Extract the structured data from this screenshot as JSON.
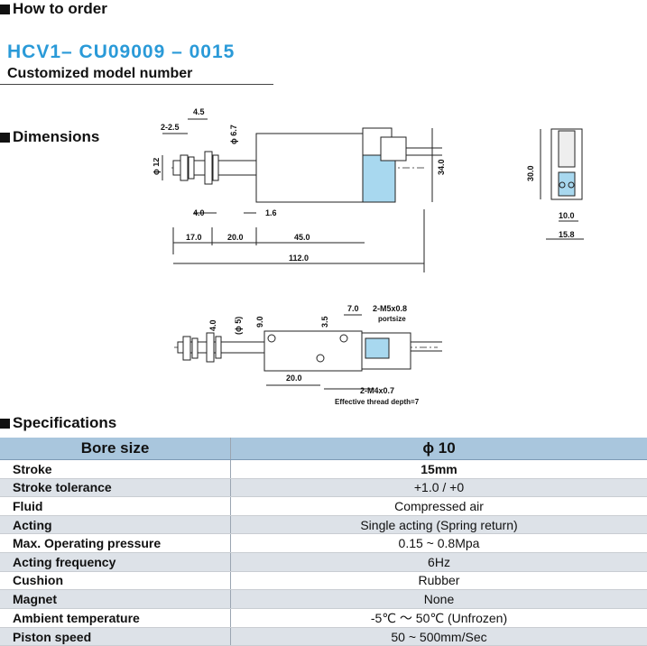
{
  "how_to_order": {
    "title": "How to order",
    "model_number": "HCV1– CU09009 – 0015",
    "model_label": "Customized model number"
  },
  "dimensions": {
    "title": "Dimensions",
    "top_view": {
      "labels": [
        "4.5",
        "2-2.5",
        "ϕ 6.7",
        "ϕ 12",
        "34.0",
        "4.0",
        "1.6",
        "17.0",
        "20.0",
        "45.0",
        "112.0"
      ]
    },
    "side_view": {
      "labels": [
        "30.0",
        "10.0",
        "15.8"
      ]
    },
    "bottom_view": {
      "labels": [
        "7.0",
        "2-M5x0.8",
        "portsize",
        "4.0",
        "(ϕ 5)",
        "9.0",
        "3.5",
        "20.0",
        "2-M4x0.7",
        "Effective thread depth=7"
      ]
    }
  },
  "specifications": {
    "title": "Specifications",
    "header": {
      "key": "Bore size",
      "value": "ϕ 10"
    },
    "rows": [
      {
        "key": "Stroke",
        "value": "15mm"
      },
      {
        "key": "Stroke tolerance",
        "value": "+1.0 / +0"
      },
      {
        "key": "Fluid",
        "value": "Compressed air"
      },
      {
        "key": "Acting",
        "value": "Single acting (Spring return)"
      },
      {
        "key": "Max. Operating pressure",
        "value": "0.15 ~ 0.8Mpa"
      },
      {
        "key": "Acting frequency",
        "value": "6Hz"
      },
      {
        "key": "Cushion",
        "value": "Rubber"
      },
      {
        "key": "Magnet",
        "value": "None"
      },
      {
        "key": "Ambient temperature",
        "value": "-5℃ ～ 50℃ (Unfrozen)"
      },
      {
        "key": "Piston speed",
        "value": "50 ~ 500mm/Sec"
      }
    ]
  },
  "colors": {
    "model_number": "#2a9ad8",
    "table_header": "#a9c6dd",
    "row_alt": "#dde2e8",
    "valve_blue": "#a8d8ef"
  }
}
